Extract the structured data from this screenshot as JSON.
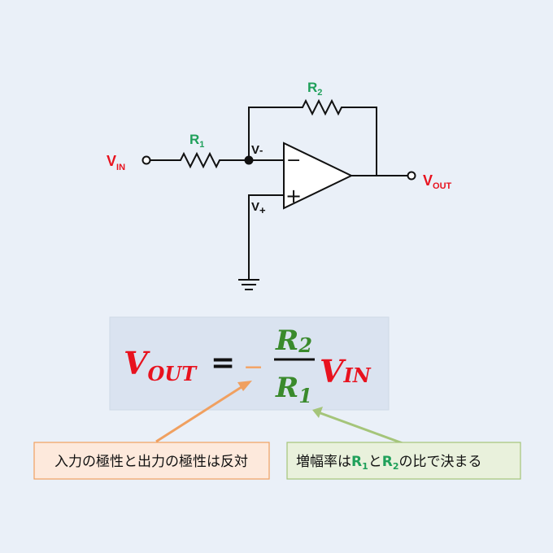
{
  "circuit": {
    "vin": {
      "main": "V",
      "sub": "IN"
    },
    "vout": {
      "main": "V",
      "sub": "OUT"
    },
    "r1": {
      "main": "R",
      "sub": "1"
    },
    "r2": {
      "main": "R",
      "sub": "2"
    },
    "vminus": {
      "main": "V",
      "sub": "-"
    },
    "vplus": {
      "main": "V",
      "sub": "+"
    },
    "inv_symbol": "−",
    "noninv_symbol": "+"
  },
  "formula": {
    "lhs_main": "V",
    "lhs_sub": "OUT",
    "equals": "=",
    "minus": "−",
    "num_main": "R",
    "num_sub": "2",
    "den_main": "R",
    "den_sub": "1",
    "rhs_main": "V",
    "rhs_sub": "IN"
  },
  "notes": {
    "polarity": "入力の極性と出力の極性は反対",
    "gain_prefix": "増幅率は",
    "gain_r1_main": "R",
    "gain_r1_sub": "1",
    "gain_mid": "と",
    "gain_r2_main": "R",
    "gain_r2_sub": "2",
    "gain_suffix": "の比で決まる"
  },
  "colors": {
    "red": "#e8121e",
    "green": "#1fa05a",
    "formula_green": "#3a8a2c",
    "orange": "#f4a261",
    "orange_box_bg": "#fde9dc",
    "green_box_bg": "#e9f1dc",
    "formula_box_bg": "#dae3f0",
    "arrow_orange": "#f0a060",
    "arrow_green": "#a5c57a"
  }
}
